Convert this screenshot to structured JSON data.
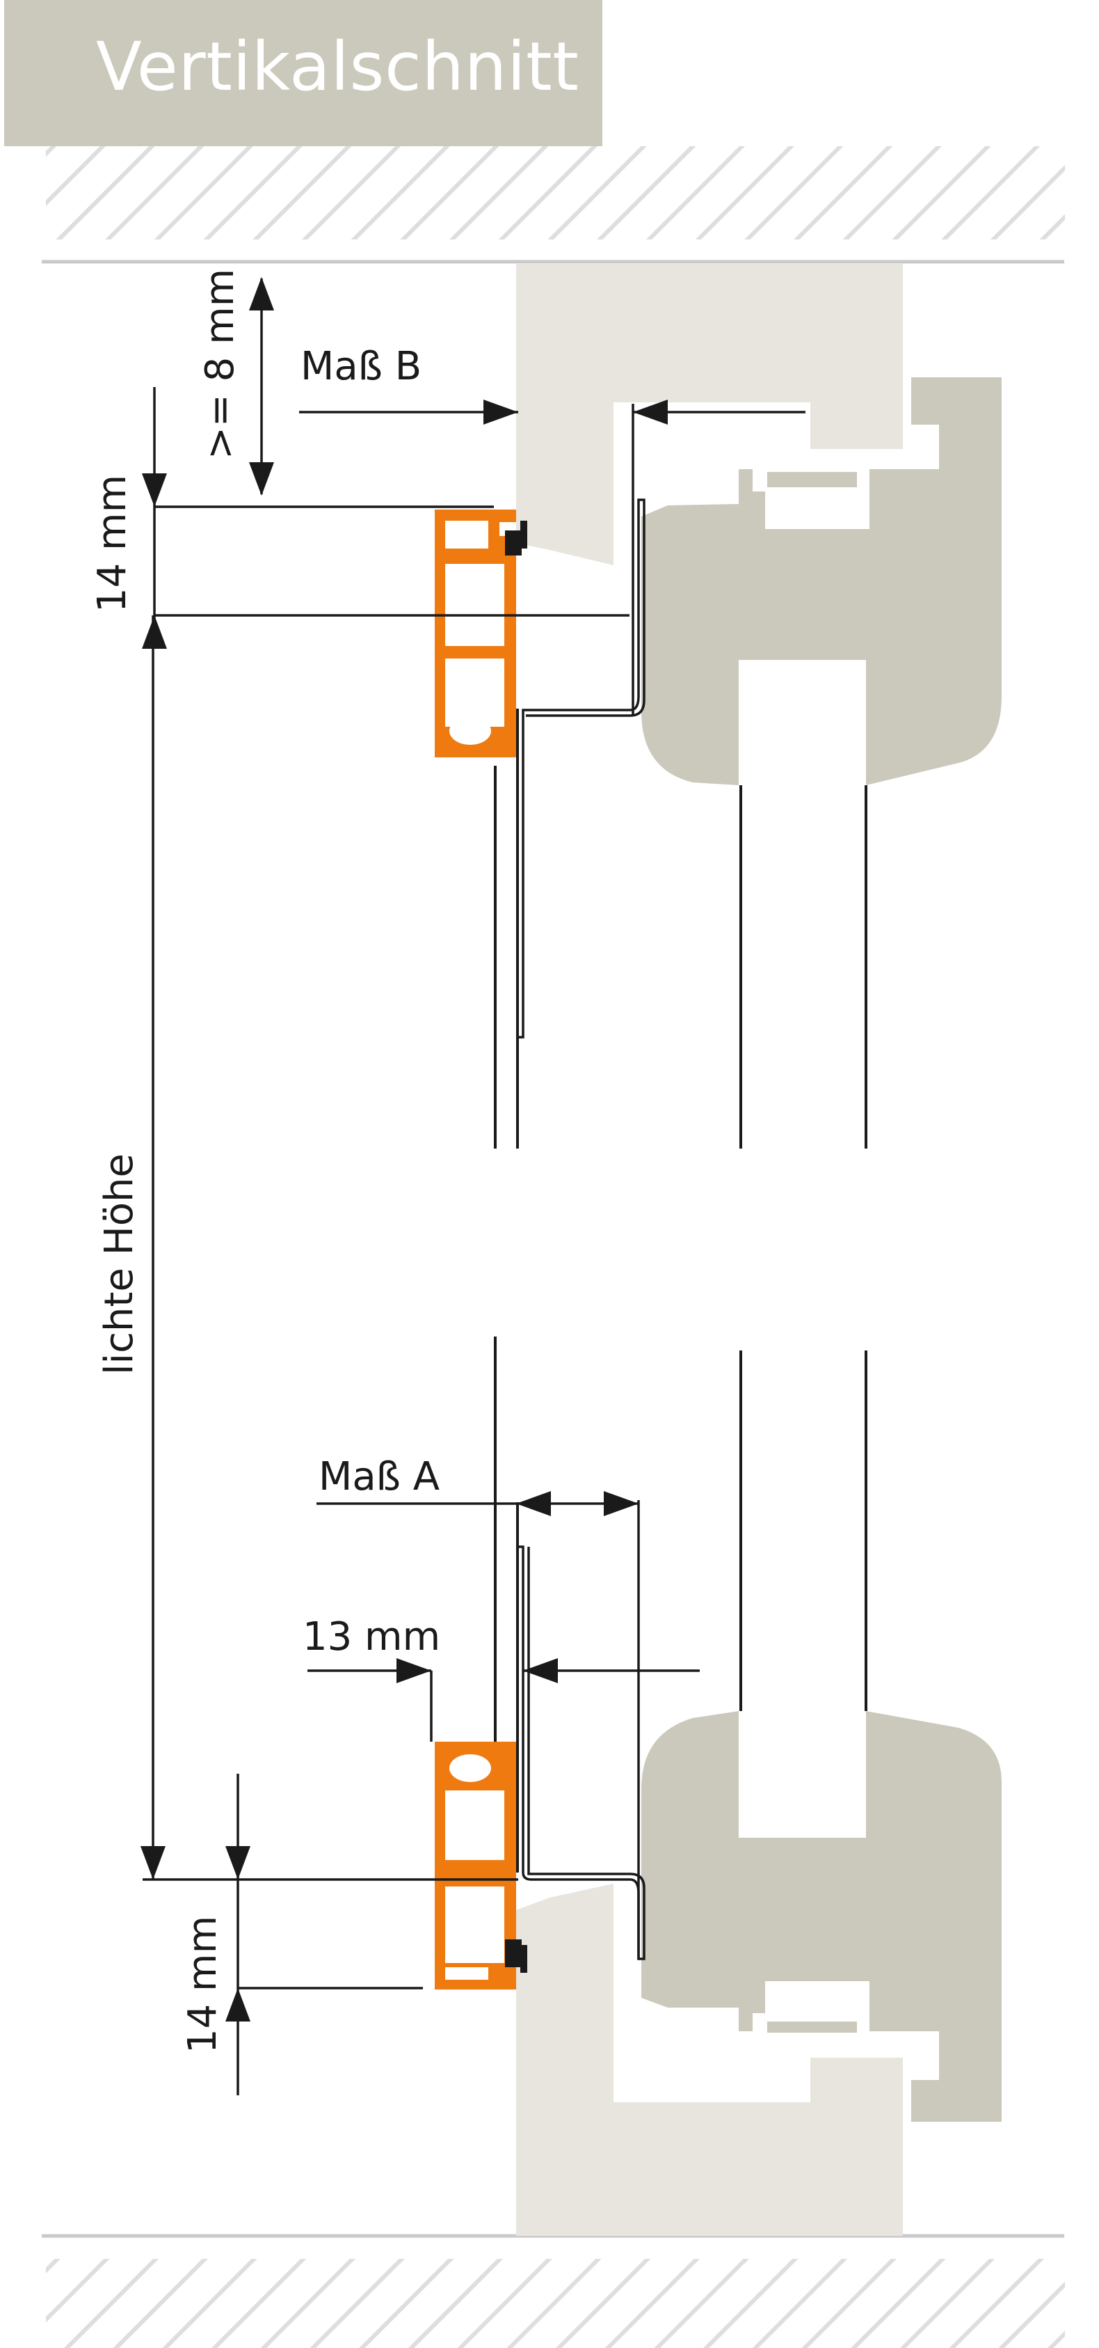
{
  "header": {
    "title": "Vertikalschnitt"
  },
  "labels": {
    "min_gap": ">= 8 mm",
    "dim_b": "Maß B",
    "top_14": "14 mm",
    "clear_height": "lichte Höhe",
    "dim_a": "Maß A",
    "dim_13": "13 mm",
    "bottom_14": "14 mm"
  },
  "colors": {
    "header_bg": "#cbc9bb",
    "frame_light": "#e7e5de",
    "frame_dark": "#cbc9bb",
    "profile_orange": "#ee7a10",
    "hatch": "#dcdcdc",
    "line": "#1a1a1a"
  }
}
